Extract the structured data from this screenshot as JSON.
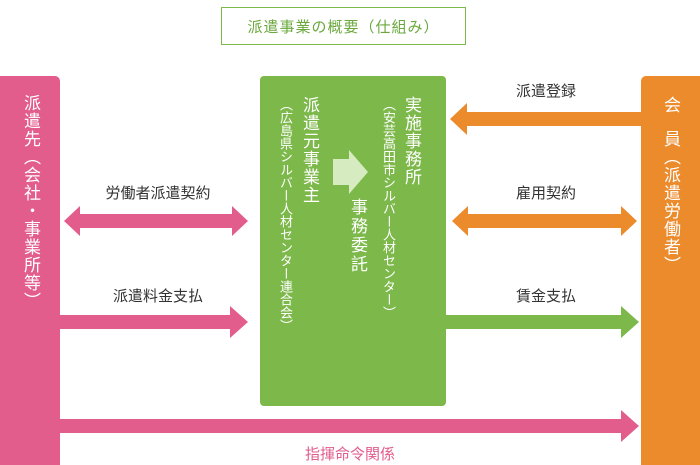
{
  "title": "派遣事業の概要（仕組み）",
  "left_entity": "派遣先（会社・事業所等）",
  "right_entity": {
    "line1": "会",
    "line2": "員（派遣労働者）"
  },
  "center": {
    "dispatcher_name": "派遣元事業主",
    "dispatcher_org": "（広島県シルバー人材センター連合会）",
    "delegation": "事務委託",
    "operator_name": "実施事務所",
    "operator_org": "（安芸高田市シルバー人材センター）"
  },
  "relations": {
    "labor_dispatch_contract": "労働者派遣契約",
    "dispatch_fee_payment": "派遣料金支払",
    "dispatch_registration": "派遣登録",
    "employment_contract": "雇用契約",
    "wage_payment": "賃金支払",
    "command_relationship": "指揮命令関係"
  },
  "colors": {
    "pink": "#e25c8c",
    "green": "#7cb84a",
    "orange": "#ec8b2c",
    "light_green": "#d6ebbf"
  }
}
